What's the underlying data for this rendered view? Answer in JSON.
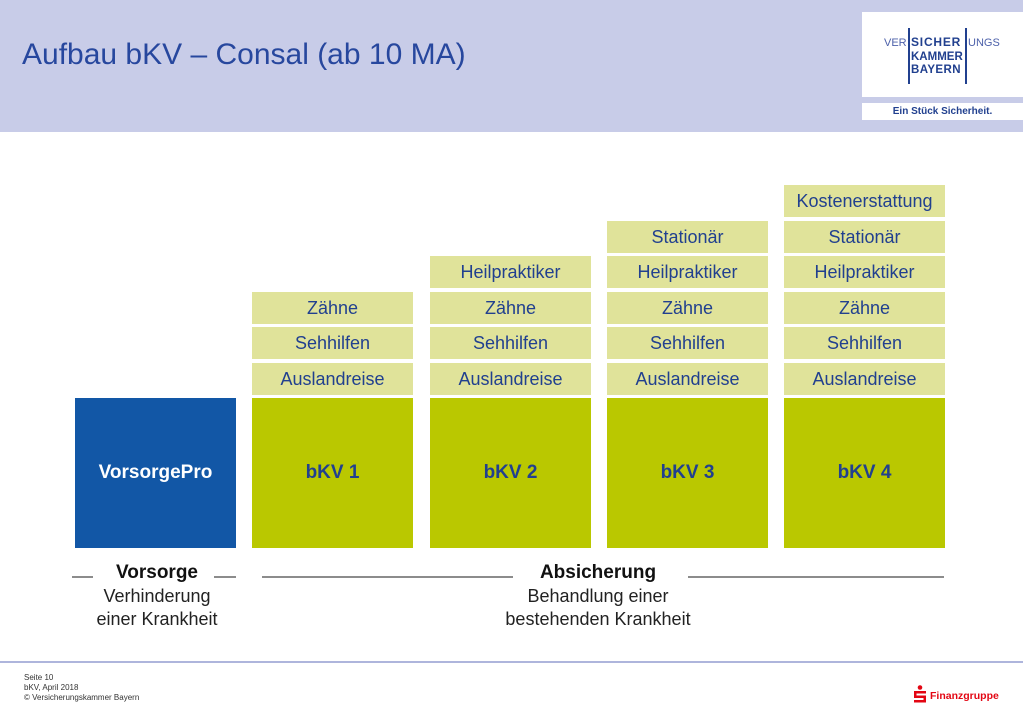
{
  "slide": {
    "title": "Aufbau bKV – Consal (ab 10 MA)"
  },
  "logo": {
    "ver": "VER",
    "sicher": "SICHER",
    "ungs": "UNGS",
    "kammer": "KAMMER",
    "bayern": "BAYERN",
    "tagline": "Ein Stück Sicherheit."
  },
  "columns": [
    {
      "name": "VorsorgePro",
      "features": []
    },
    {
      "name": "bKV 1",
      "features": [
        "Zähne",
        "Sehhilfen",
        "Auslandreise"
      ]
    },
    {
      "name": "bKV 2",
      "features": [
        "Heilpraktiker",
        "Zähne",
        "Sehhilfen",
        "Auslandreise"
      ]
    },
    {
      "name": "bKV 3",
      "features": [
        "Stationär",
        "Heilpraktiker",
        "Zähne",
        "Sehhilfen",
        "Auslandreise"
      ]
    },
    {
      "name": "bKV 4",
      "features": [
        "Kostenerstattung",
        "Stationär",
        "Heilpraktiker",
        "Zähne",
        "Sehhilfen",
        "Auslandreise"
      ]
    }
  ],
  "sections": {
    "vorsorge": {
      "title": "Vorsorge",
      "lines": [
        "Verhinderung",
        "einer Krankheit"
      ]
    },
    "absicherung": {
      "title": "Absicherung",
      "lines": [
        "Behandlung einer",
        "bestehenden Krankheit"
      ]
    }
  },
  "footer": {
    "page": "Seite 10",
    "document": "bKV, April 2018",
    "copyright": "© Versicherungskammer Bayern",
    "brand": "Finanzgruppe"
  },
  "icons": {
    "brand_mark": "sparkasse-s-icon"
  },
  "colors": {
    "header_band": "#c8cce8",
    "title_text": "#27479e",
    "vorsorge_block": "#1257a6",
    "bkv_block": "#bac800",
    "feature_label": "#e0e39a",
    "label_text": "#21408f",
    "brand_red": "#e30613"
  }
}
